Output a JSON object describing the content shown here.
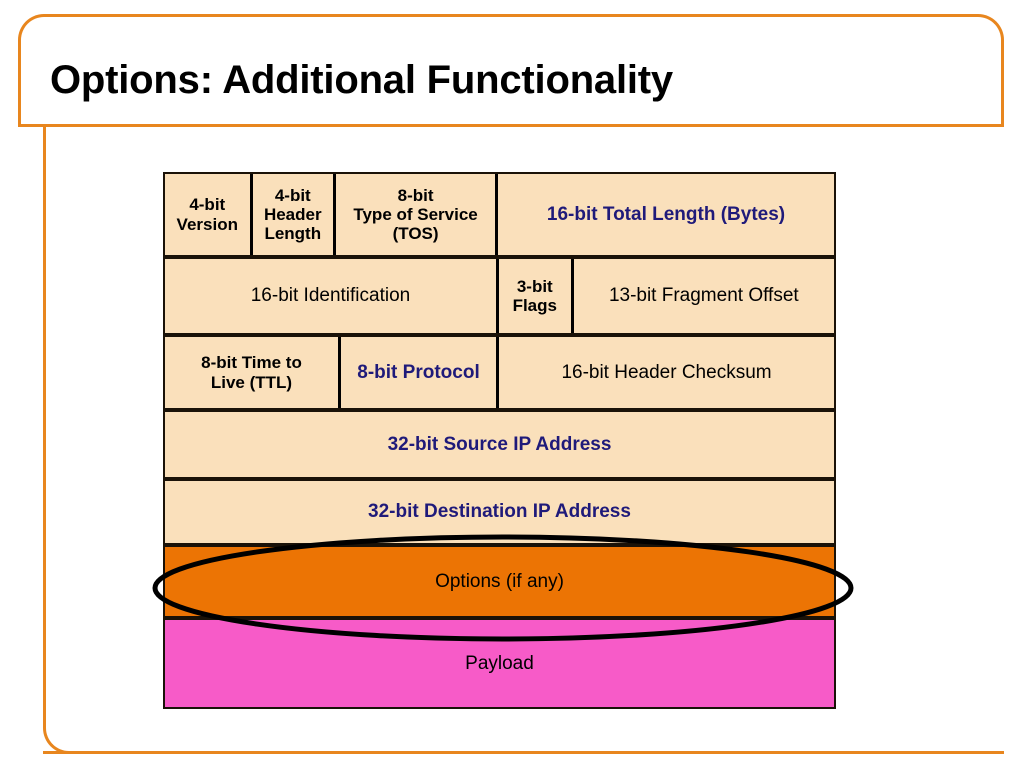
{
  "slide": {
    "title": "Options: Additional Functionality",
    "frame_color": "#E8861E"
  },
  "diagram": {
    "name": "ipv4-header-format",
    "header_fill": "#FAE0BB",
    "options_fill": "#EC7404",
    "payload_fill": "#F75BC8",
    "navy_text": "#1F1A7A",
    "black_text": "#000000",
    "rows": [
      {
        "name": "row-version-ihl-tos-length",
        "cells": [
          {
            "label": "4-bit\nVersion",
            "style": "bold-black"
          },
          {
            "label": "4-bit\nHeader\nLength",
            "style": "bold-black"
          },
          {
            "label": "8-bit\nType of Service\n(TOS)",
            "style": "bold-black"
          },
          {
            "label": "16-bit Total Length (Bytes)",
            "style": "bold-navy"
          }
        ]
      },
      {
        "name": "row-identification-flags-offset",
        "cells": [
          {
            "label": "16-bit Identification",
            "style": "regular-black"
          },
          {
            "label": "3-bit\nFlags",
            "style": "bold-black"
          },
          {
            "label": "13-bit Fragment Offset",
            "style": "regular-black"
          }
        ]
      },
      {
        "name": "row-ttl-protocol-checksum",
        "cells": [
          {
            "label": "8-bit Time to\nLive (TTL)",
            "style": "bold-black"
          },
          {
            "label": "8-bit Protocol",
            "style": "bold-navy"
          },
          {
            "label": "16-bit Header Checksum",
            "style": "regular-black"
          }
        ]
      },
      {
        "name": "row-source-address",
        "cells": [
          {
            "label": "32-bit Source IP Address",
            "style": "bold-navy"
          }
        ]
      },
      {
        "name": "row-destination-address",
        "cells": [
          {
            "label": "32-bit Destination IP Address",
            "style": "bold-navy"
          }
        ]
      },
      {
        "name": "row-options",
        "cells": [
          {
            "label": "Options (if any)",
            "style": "regular-black"
          }
        ]
      },
      {
        "name": "row-payload",
        "cells": [
          {
            "label": "Payload",
            "style": "regular-black"
          }
        ]
      }
    ],
    "annotation": {
      "name": "options-highlight-ellipse",
      "shape": "ellipse",
      "stroke": "#000000"
    }
  }
}
